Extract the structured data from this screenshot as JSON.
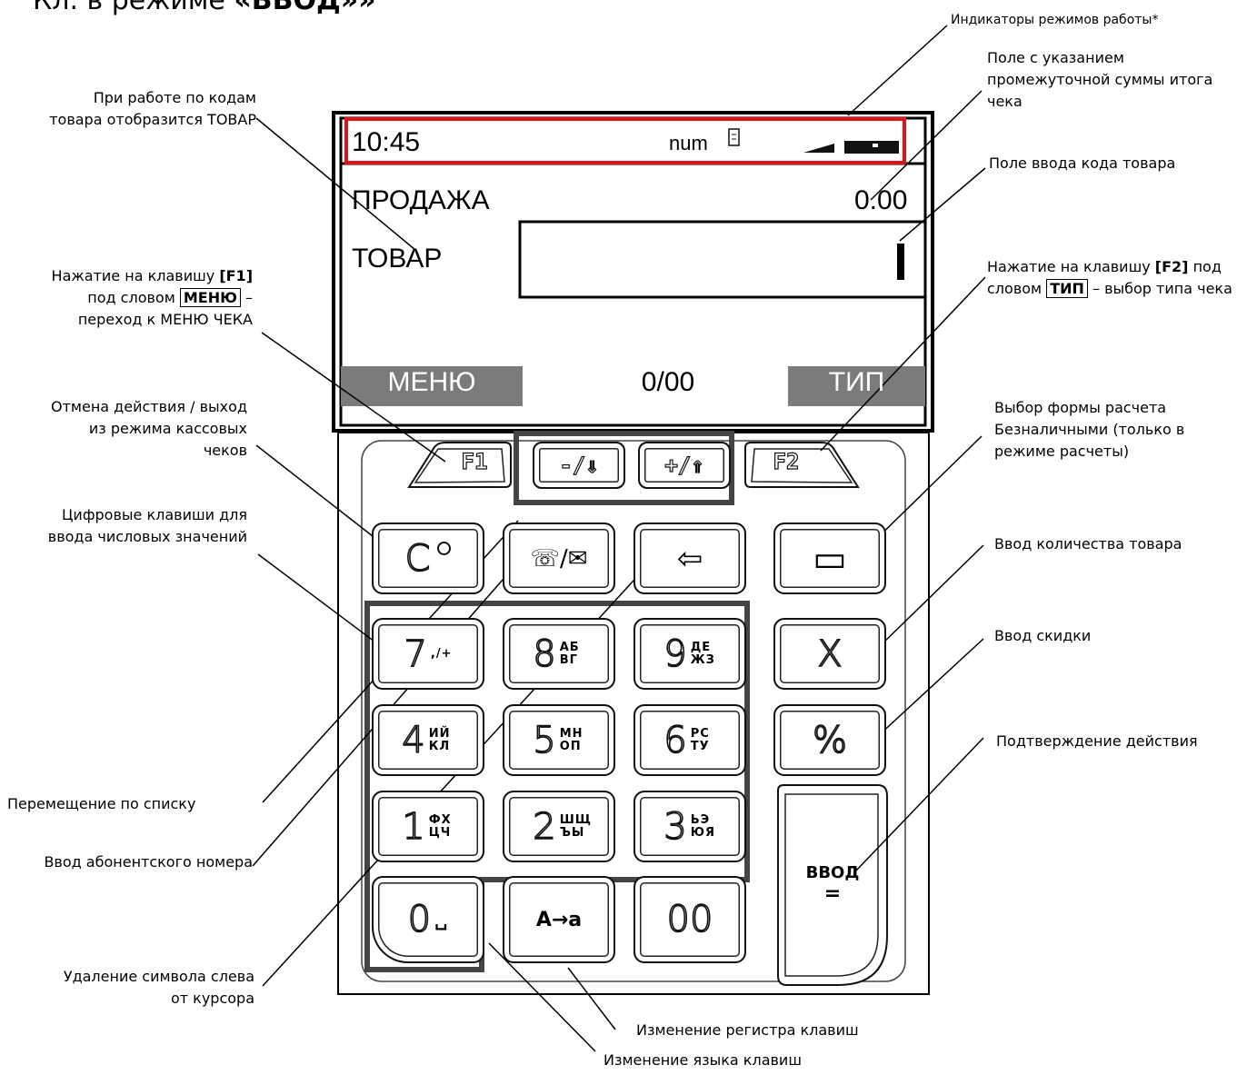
{
  "heading": {
    "pre": "Кл. в режиме ",
    "bold": "«ВВОД»»"
  },
  "screen": {
    "time": "10:45",
    "num_indicator": "num",
    "sum_label": "ПРОДАЖА",
    "sum_value": "0.00",
    "field_label": "ТОВАР",
    "counter": "0/00",
    "softkey_left": "МЕНЮ",
    "softkey_right": "ТИП"
  },
  "keys": {
    "f1": "F1",
    "minus": "-/⇓",
    "plus": "+/⇑",
    "f2": "F2",
    "c": "C",
    "phone": "☏/✉",
    "back": "⇦",
    "card": "▭",
    "k7": "7",
    "k7_sub": ",/+",
    "k8": "8",
    "k8_sub": "АБ ВГ",
    "k9": "9",
    "k9_sub": "ДЕ ЖЗ",
    "k4": "4",
    "k4_sub": "ИЙ КЛ",
    "k5": "5",
    "k5_sub": "МН ОП",
    "k6": "6",
    "k6_sub": "РС ТУ",
    "k1": "1",
    "k1_sub": "ФХ ЦЧ",
    "k2": "2",
    "k2_sub": "ШЩ ЪЫ",
    "k3": "3",
    "k3_sub": "ЬЭ ЮЯ",
    "k0": "0",
    "k0_sub": "␣",
    "case": "А→а",
    "k00": "00",
    "x": "X",
    "pct": "%",
    "enter": "ВВОД",
    "enter_sub": "="
  },
  "annotations": {
    "indicators": "Индикаторы режимов работы*",
    "subtotal": "Поле с указанием промежуточной суммы итога чека",
    "product_code": "Поле ввода кода товара",
    "f2_pre": "Нажатие на клавишу",
    "f2_key": "[F2]",
    "f2_mid": "под словом",
    "f2_word": "ТИП",
    "f2_post": "– выбор типа чека",
    "cashless": "Выбор формы расчета Безналичными (только в режиме расчеты)",
    "quantity": "Ввод количества товара",
    "discount": "Ввод скидки",
    "confirm": "Подтверждение действия",
    "goods_codes": "При работе по кодам товара отобразится ТОВАР",
    "f1_pre": "Нажатие на клавишу",
    "f1_key": "[F1]",
    "f1_mid": "под словом",
    "f1_word": "МЕНЮ",
    "f1_post": "– переход к МЕНЮ ЧЕКА",
    "cancel": "Отмена действия / выход из режима кассовых чеков",
    "digits": "Цифровые клавиши для ввода числовых значений",
    "list_move": "Перемещение по списку",
    "subscriber": "Ввод абонентского номера",
    "delete_char": "Удаление символа слева от курсора",
    "case_change": "Изменение регистра клавиш",
    "lang_change": "Изменение языка клавиш"
  },
  "colors": {
    "indicator_frame": "#e0121a",
    "softkey_bg": "#7b7b7b"
  }
}
